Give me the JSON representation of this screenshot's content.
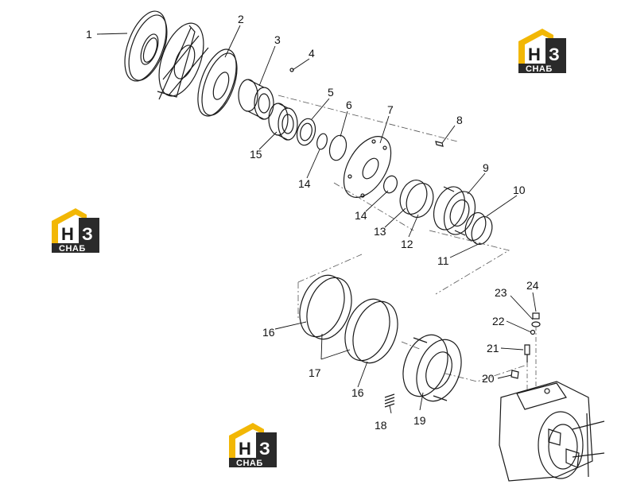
{
  "diagram": {
    "callouts": [
      "1",
      "2",
      "3",
      "4",
      "5",
      "6",
      "7",
      "8",
      "9",
      "10",
      "11",
      "12",
      "13",
      "14",
      "14",
      "15",
      "16",
      "16",
      "17",
      "18",
      "19",
      "20",
      "21",
      "22",
      "23",
      "24"
    ]
  },
  "watermark": {
    "main_letters": "НЗ",
    "word": "СНАБ",
    "colors": {
      "yellow": "#f2b705",
      "dark": "#2a2a2a",
      "white": "#ffffff"
    }
  },
  "colors": {
    "line": "#1a1a1a",
    "leader": "#555555"
  }
}
